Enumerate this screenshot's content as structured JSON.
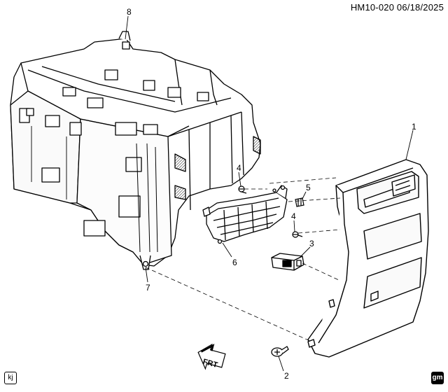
{
  "header": {
    "code": "HM10-020 06/18/2025"
  },
  "callouts": {
    "c1": "1",
    "c2": "2",
    "c3": "3",
    "c4a": "4",
    "c4b": "4",
    "c5": "5",
    "c6": "6",
    "c7": "7",
    "c8": "8"
  },
  "arrow": {
    "label": "FRT"
  },
  "corners": {
    "left": "kj",
    "right": "gm"
  }
}
